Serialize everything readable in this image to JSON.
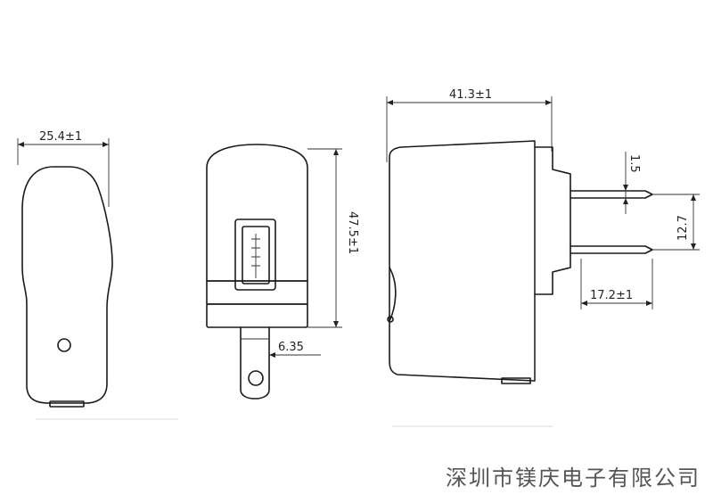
{
  "dimensions": {
    "front_width": "25.4±1",
    "side_height": "47.5±1",
    "pin_offset": "6.35",
    "body_length": "41.3±1",
    "pin_thickness": "1.5",
    "pin_spacing": "12.7",
    "pin_length": "17.2±1"
  },
  "company_name": "深圳市镁庆电子有限公司"
}
